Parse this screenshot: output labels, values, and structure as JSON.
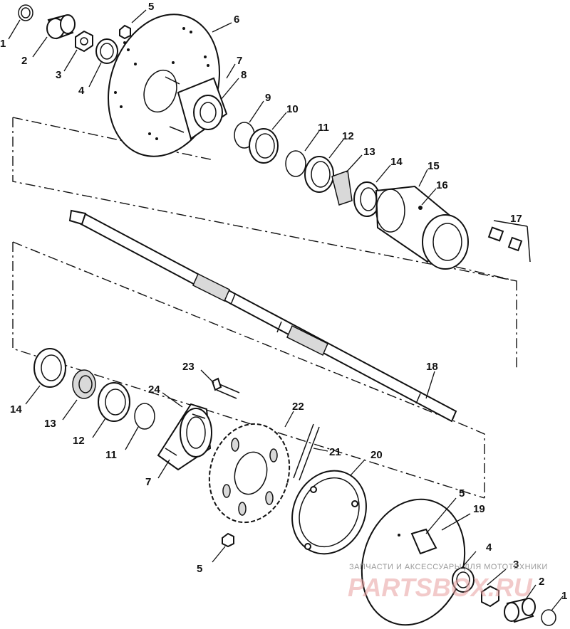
{
  "diagram": {
    "part_numbers": [
      "1",
      "2",
      "3",
      "4",
      "5",
      "6",
      "7",
      "8",
      "9",
      "10",
      "11",
      "12",
      "13",
      "14",
      "15",
      "16",
      "17",
      "18",
      "19",
      "20",
      "21",
      "22",
      "23",
      "24"
    ],
    "lower_labels": {
      "l14": "14",
      "l13": "13",
      "l12": "12",
      "l11": "11",
      "l7": "7",
      "l23": "23",
      "l24": "24",
      "l22": "22",
      "l21": "21",
      "l20": "20",
      "l5a": "5",
      "l5b": "5",
      "l19": "19",
      "l4": "4",
      "l3": "3",
      "l2": "2",
      "l1": "1",
      "l18": "18"
    }
  },
  "watermark": {
    "caption": "ЗАПЧАСТИ И АКСЕССУАРЫ ДЛЯ МОТОТЕХНИКИ",
    "logo": "PARTSBOX.RU"
  },
  "colors": {
    "ink": "#111111",
    "watermark_red": "#e8a0a0"
  }
}
